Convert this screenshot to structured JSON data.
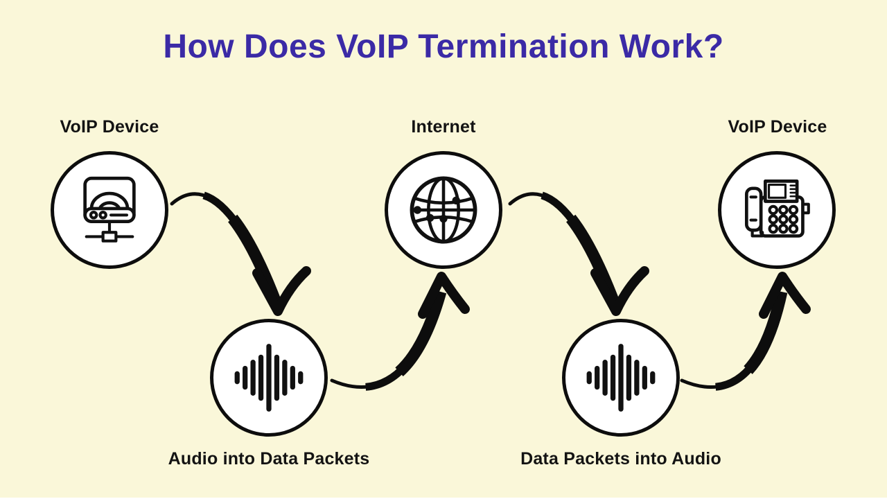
{
  "title": "How Does VoIP Termination Work?",
  "colors": {
    "background": "#FAF7D9",
    "title_text": "#3B2AA6",
    "outline": "#0D0D0D",
    "node_fill": "#FFFFFF",
    "label_text": "#131313"
  },
  "nodes": [
    {
      "id": "voip-device-left",
      "label": "VoIP Device",
      "icon": "voip-adapter-icon",
      "position": "top-left"
    },
    {
      "id": "audio-into-packets",
      "label": "Audio into Data Packets",
      "icon": "audio-waveform-icon",
      "position": "bottom-left"
    },
    {
      "id": "internet",
      "label": "Internet",
      "icon": "globe-icon",
      "position": "top-center"
    },
    {
      "id": "packets-into-audio",
      "label": "Data Packets into Audio",
      "icon": "audio-waveform-icon",
      "position": "bottom-right"
    },
    {
      "id": "voip-device-right",
      "label": "VoIP Device",
      "icon": "desk-phone-icon",
      "position": "top-right"
    }
  ],
  "connections": [
    {
      "from": "voip-device-left",
      "to": "audio-into-packets"
    },
    {
      "from": "audio-into-packets",
      "to": "internet"
    },
    {
      "from": "internet",
      "to": "packets-into-audio"
    },
    {
      "from": "packets-into-audio",
      "to": "voip-device-right"
    }
  ]
}
